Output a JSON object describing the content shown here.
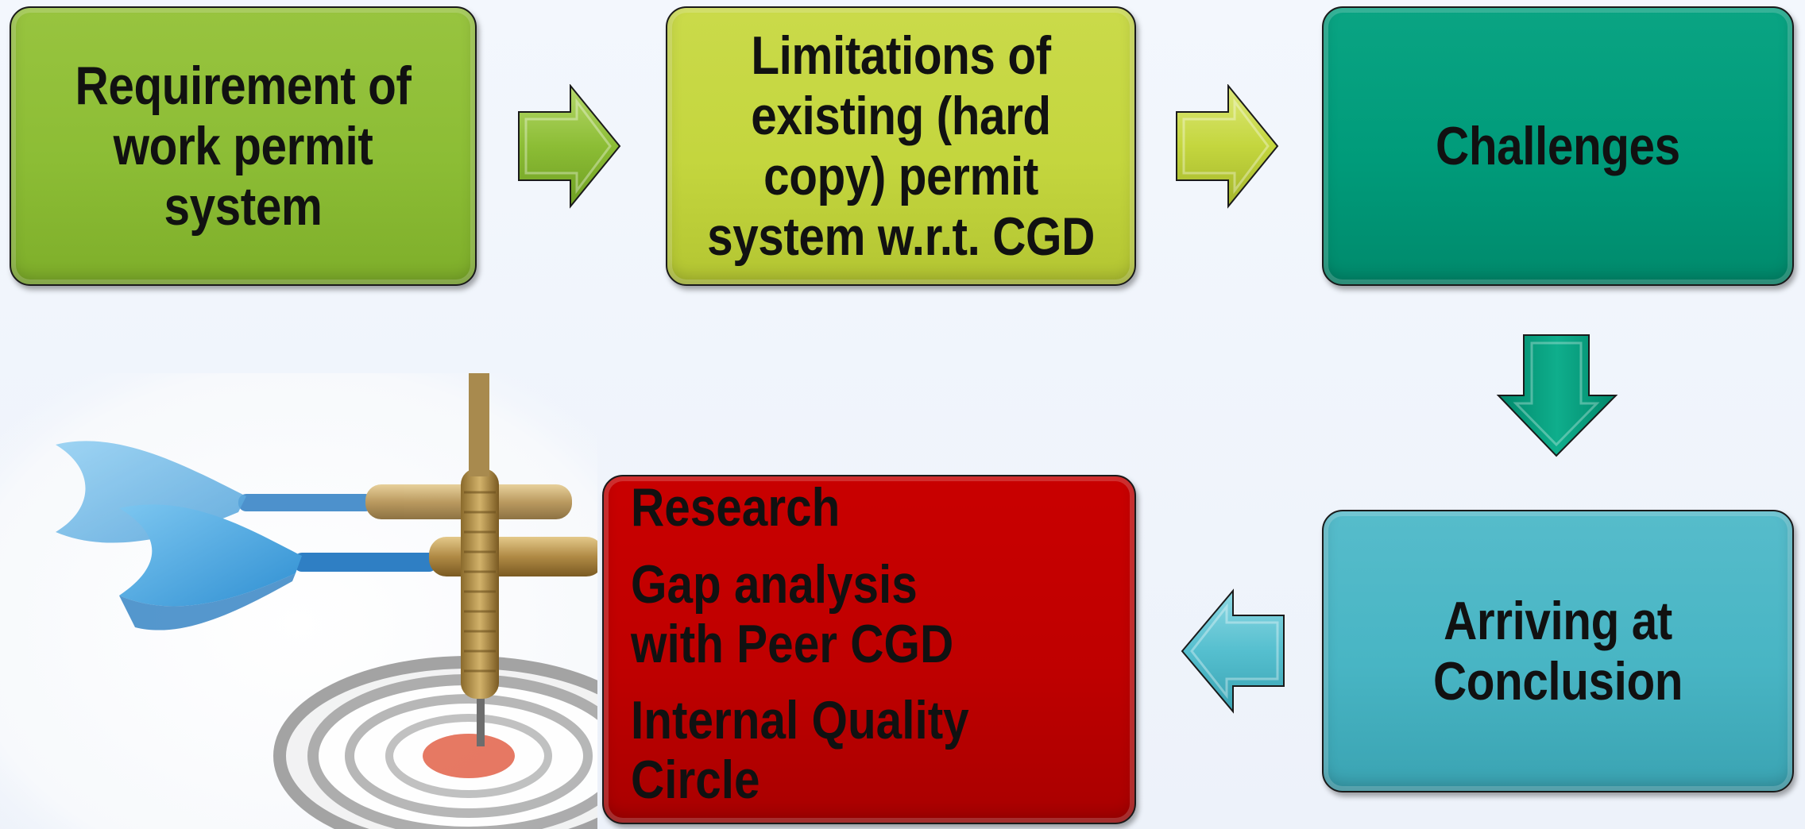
{
  "nodes": {
    "requirement": "Requirement of work permit system",
    "limitations": "Limitations  of existing (hard copy) permit system w.r.t. CGD",
    "challenges": "Challenges",
    "conclusion": "Arriving at Conclusion",
    "research_items": [
      "Research",
      "Gap analysis  with Peer CGD",
      "Internal Quality Circle"
    ]
  },
  "colors": {
    "requirement": "#8cbd35",
    "limitations": "#c4d63e",
    "challenges": "#009b7a",
    "conclusion": "#48b5c4",
    "research": "#bf0000"
  },
  "decor": {
    "image": "darts-on-target-image"
  }
}
